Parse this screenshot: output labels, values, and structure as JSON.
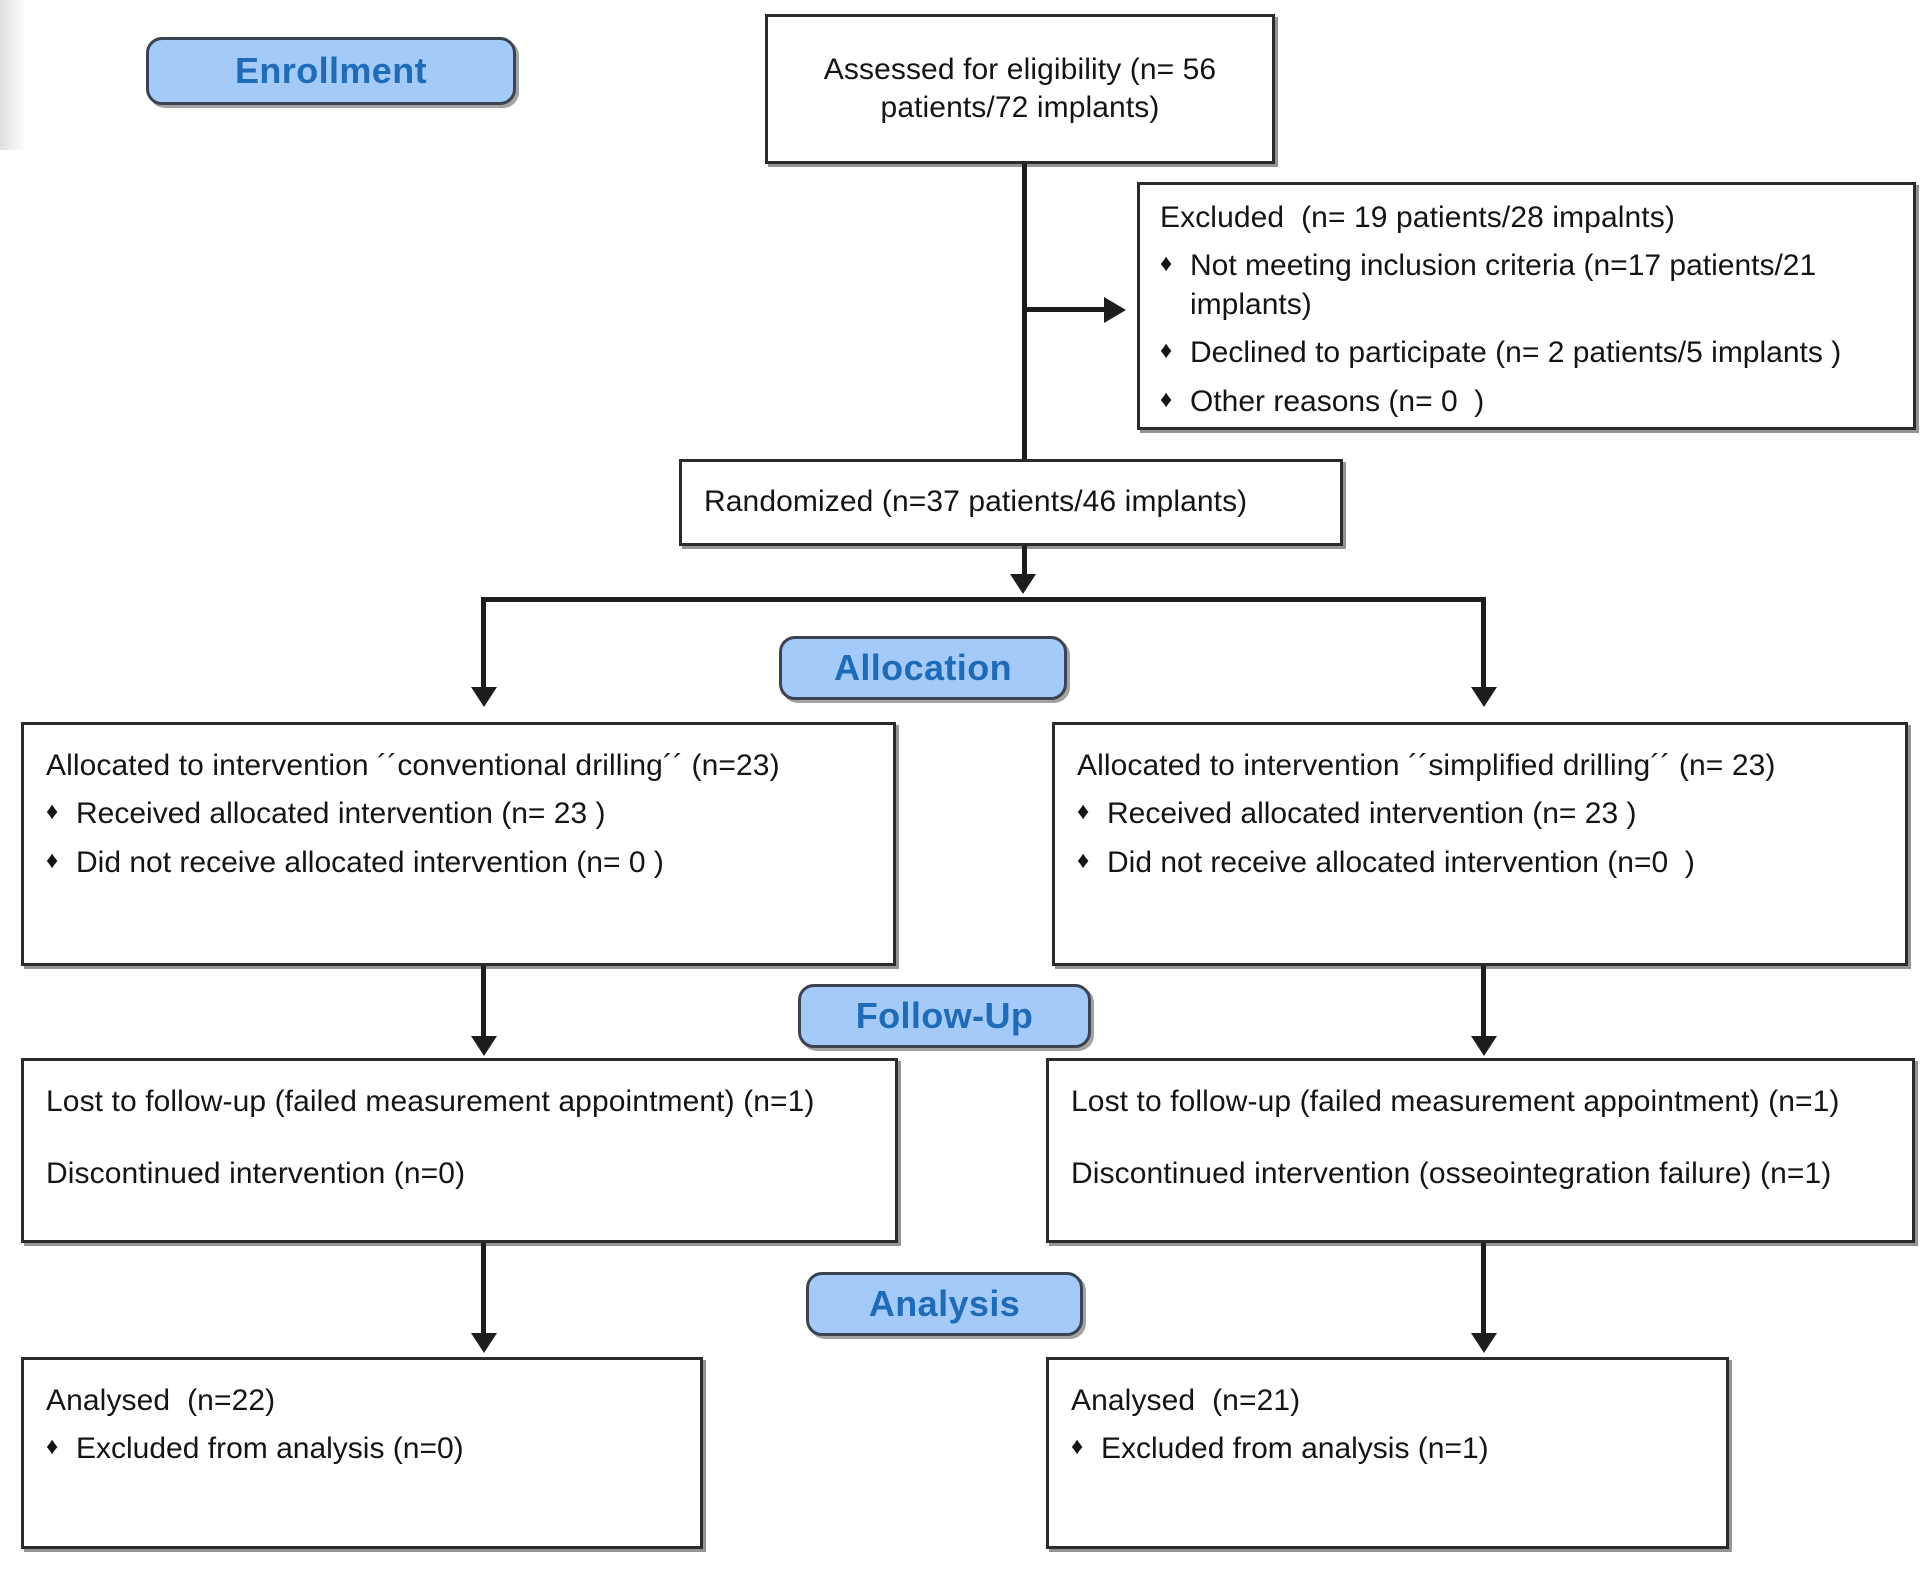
{
  "diagram": {
    "title": "CONSORT participant flow diagram",
    "accent_blue": "#a3caf8",
    "accent_text_blue": "#1f6bb8",
    "line_color": "#1d1d1d"
  },
  "stages": {
    "enrollment": "Enrollment",
    "allocation": "Allocation",
    "follow_up": "Follow-Up",
    "analysis": "Analysis"
  },
  "boxes": {
    "assessed": {
      "line1": "Assessed for eligibility (n= 56",
      "line2": "patients/72 implants)"
    },
    "excluded": {
      "heading": "Excluded  (n= 19 patients/28 impalnts)",
      "bullet_mark": "♦",
      "items": [
        "Not meeting inclusion criteria (n=17 patients/21 implants)",
        "Declined to participate (n= 2 patients/5 implants )",
        "Other reasons (n= 0  )"
      ]
    },
    "randomized": {
      "text": "Randomized (n=37 patients/46 implants)"
    },
    "alloc_left": {
      "heading": "Allocated to intervention ´´conventional drilling´´ (n=23)",
      "bullet_mark": "♦",
      "items": [
        "Received allocated intervention (n= 23 )",
        "Did not receive allocated intervention (n= 0 )"
      ]
    },
    "alloc_right": {
      "heading": "Allocated to intervention ´´simplified drilling´´ (n= 23)",
      "bullet_mark": "♦",
      "items": [
        "Received allocated intervention (n= 23 )",
        "Did not receive allocated intervention (n=0  )"
      ]
    },
    "followup_left": {
      "line1": "Lost to follow-up (failed measurement appointment) (n=1)",
      "line2": "Discontinued intervention (n=0)"
    },
    "followup_right": {
      "line1": "Lost to follow-up (failed measurement appointment) (n=1)",
      "line2": "Discontinued intervention (osseointegration failure) (n=1)"
    },
    "analysis_left": {
      "heading": "Analysed  (n=22)",
      "bullet_mark": "♦",
      "items": [
        "Excluded from analysis (n=0)"
      ]
    },
    "analysis_right": {
      "heading": "Analysed  (n=21)",
      "bullet_mark": "♦",
      "items": [
        "Excluded from analysis (n=1)"
      ]
    }
  }
}
